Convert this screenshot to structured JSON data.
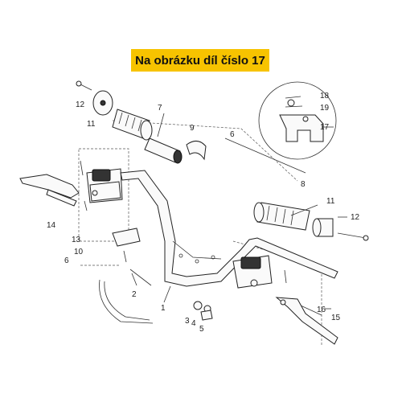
{
  "banner": {
    "text": "Na obrázku díl číslo 17"
  },
  "callouts": {
    "c1": "1",
    "c2": "2",
    "c3": "3",
    "c4": "4",
    "c5": "5",
    "c6a": "6",
    "c6b": "6",
    "c7": "7",
    "c8": "8",
    "c9": "9",
    "c10": "10",
    "c11a": "11",
    "c11b": "11",
    "c12a": "12",
    "c12b": "12",
    "c13": "13",
    "c14": "14",
    "c15": "15",
    "c16": "16",
    "c17": "17",
    "c18": "18",
    "c19": "19"
  },
  "colors": {
    "banner": "#f7c300"
  }
}
